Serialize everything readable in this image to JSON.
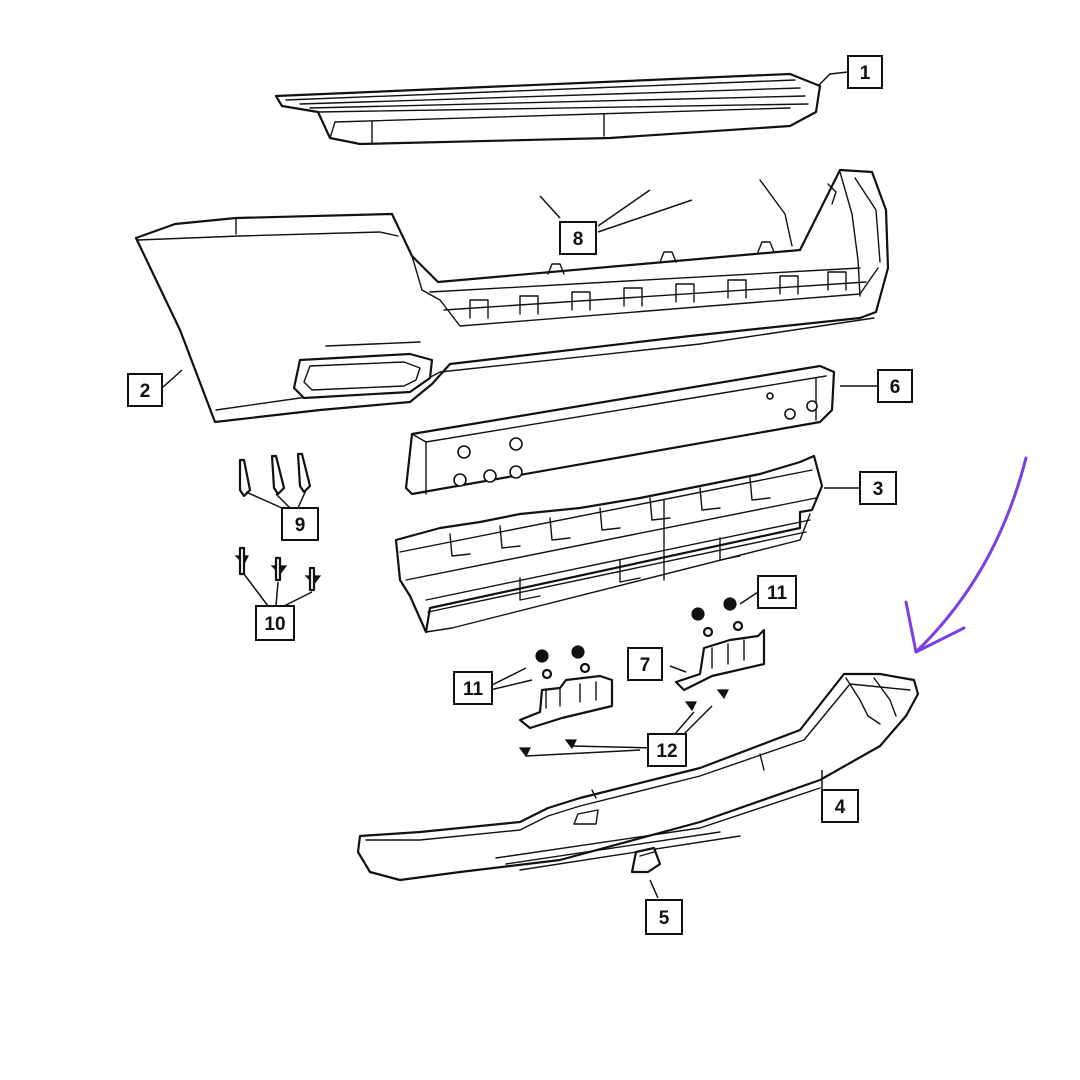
{
  "diagram": {
    "callouts": {
      "c1": "1",
      "c2": "2",
      "c3": "3",
      "c4": "4",
      "c5": "5",
      "c6": "6",
      "c7": "7",
      "c8": "8",
      "c9": "9",
      "c10": "10",
      "c11a": "11",
      "c11b": "11",
      "c12": "12"
    },
    "annotation_color": "#7b3fe4",
    "line_color": "#111111",
    "background": "#ffffff"
  }
}
